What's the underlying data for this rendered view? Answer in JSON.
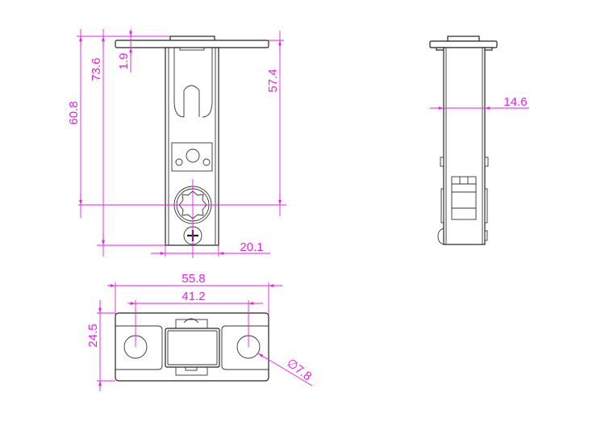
{
  "title": "Latch technical drawing",
  "colors": {
    "dimension": "#e61ee6",
    "outline": "#222222"
  },
  "front_view": {
    "overall_height": "73.6",
    "backset": "60.8",
    "plate_thickness": "1.9",
    "center_to_face": "57.4",
    "width": "20.1"
  },
  "side_view": {
    "thickness": "14.6"
  },
  "bottom_view": {
    "plate_length": "55.8",
    "hole_spacing": "41.2",
    "plate_width": "24.5",
    "hole_diameter": "∅7.8"
  }
}
